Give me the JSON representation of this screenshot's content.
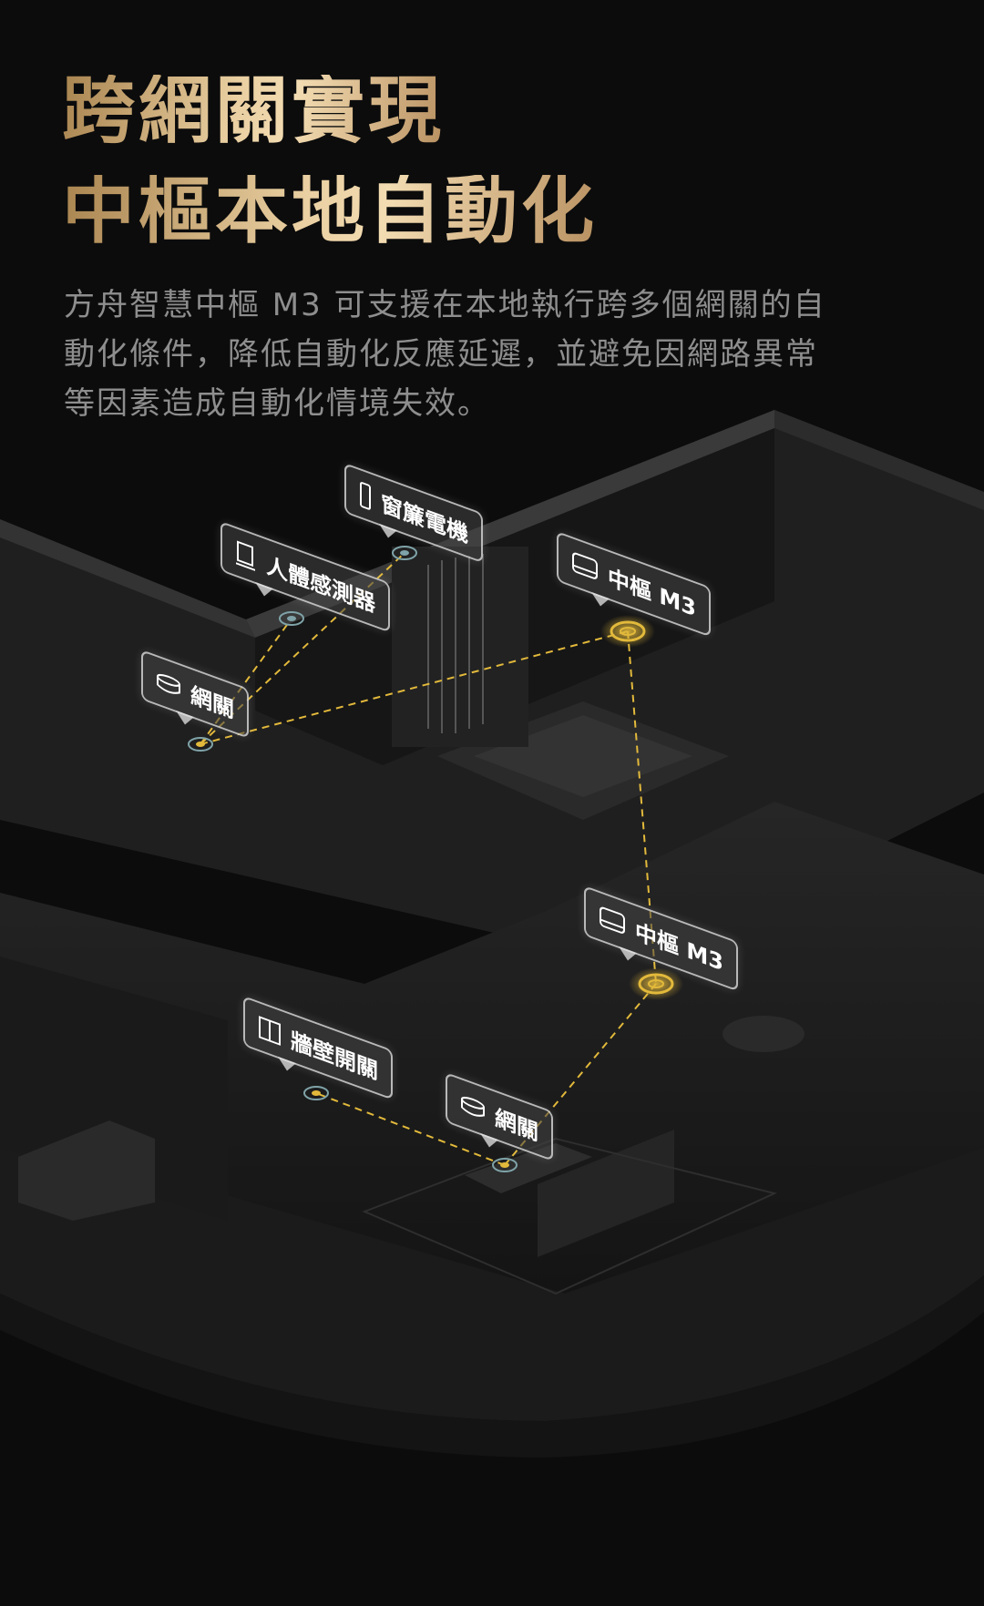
{
  "headline": {
    "line1": "跨網關實現",
    "line2": "中樞本地自動化"
  },
  "description": {
    "lines": [
      "方舟智慧中樞 M3 可支援在本地執行跨多個網關的自",
      "動化條件，降低自動化反應延遲，並避免因網路異常",
      "等因素造成自動化情境失效。"
    ]
  },
  "devices": {
    "curtain": {
      "label": "窗簾電機",
      "icon": "curtain-motor-icon"
    },
    "sensor": {
      "label": "人體感測器",
      "icon": "motion-sensor-icon"
    },
    "gateway_top": {
      "label": "網關",
      "icon": "gateway-icon"
    },
    "hub_top": {
      "label": "中樞 M3",
      "icon": "hub-icon"
    },
    "hub_bottom": {
      "label": "中樞 M3",
      "icon": "hub-icon"
    },
    "wall_switch": {
      "label": "牆壁開關",
      "icon": "wall-switch-icon"
    },
    "gateway_bottom": {
      "label": "網關",
      "icon": "gateway-icon"
    }
  },
  "colors": {
    "accent_gold": "#e2b93b",
    "title_gold": "#e9cfa1",
    "text_gray": "#8e8e8e"
  }
}
